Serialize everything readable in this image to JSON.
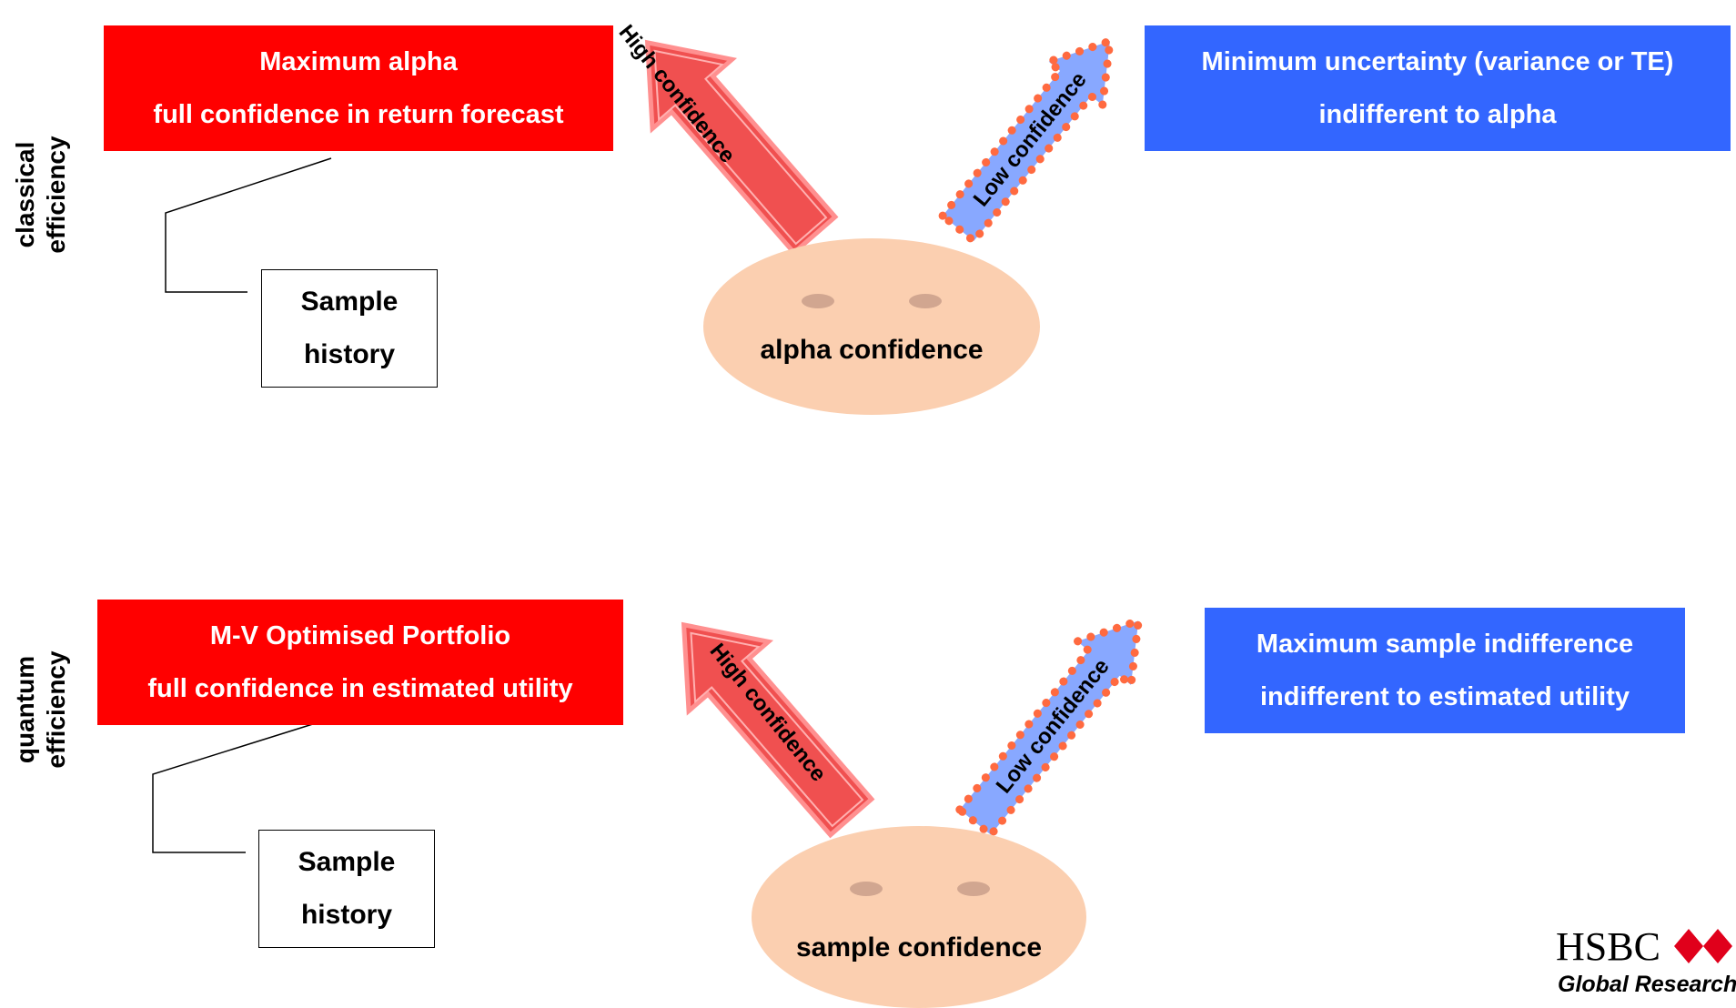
{
  "classical": {
    "side_label_line1": "classical",
    "side_label_line2": "efficiency",
    "red_box": {
      "line1": "Maximum alpha",
      "line2": "full confidence in return forecast"
    },
    "blue_box": {
      "line1": "Minimum uncertainty (variance or TE)",
      "line2": "indifferent to alpha"
    },
    "sample_box": {
      "line1": "Sample",
      "line2": "history"
    },
    "high_arrow_label": "High confidence",
    "low_arrow_label": "Low confidence",
    "face_label": "alpha confidence"
  },
  "quantum": {
    "side_label_line1": "quantum",
    "side_label_line2": "efficiency",
    "red_box": {
      "line1": "M-V Optimised Portfolio",
      "line2": "full confidence in estimated utility"
    },
    "blue_box": {
      "line1": "Maximum sample indifference",
      "line2": "indifferent to estimated utility"
    },
    "sample_box": {
      "line1": "Sample",
      "line2": "history"
    },
    "high_arrow_label": "High confidence",
    "low_arrow_label": "Low confidence",
    "face_label": "sample confidence"
  },
  "logo": {
    "brand": "HSBC",
    "subtitle": "Global Research"
  },
  "colors": {
    "red_box": "#ff0000",
    "blue_box": "#3366ff",
    "high_arrow": "#f05050",
    "low_arrow": "#88a8ff",
    "low_arrow_dots": "#ff6a40",
    "face": "#fbcfb0"
  }
}
